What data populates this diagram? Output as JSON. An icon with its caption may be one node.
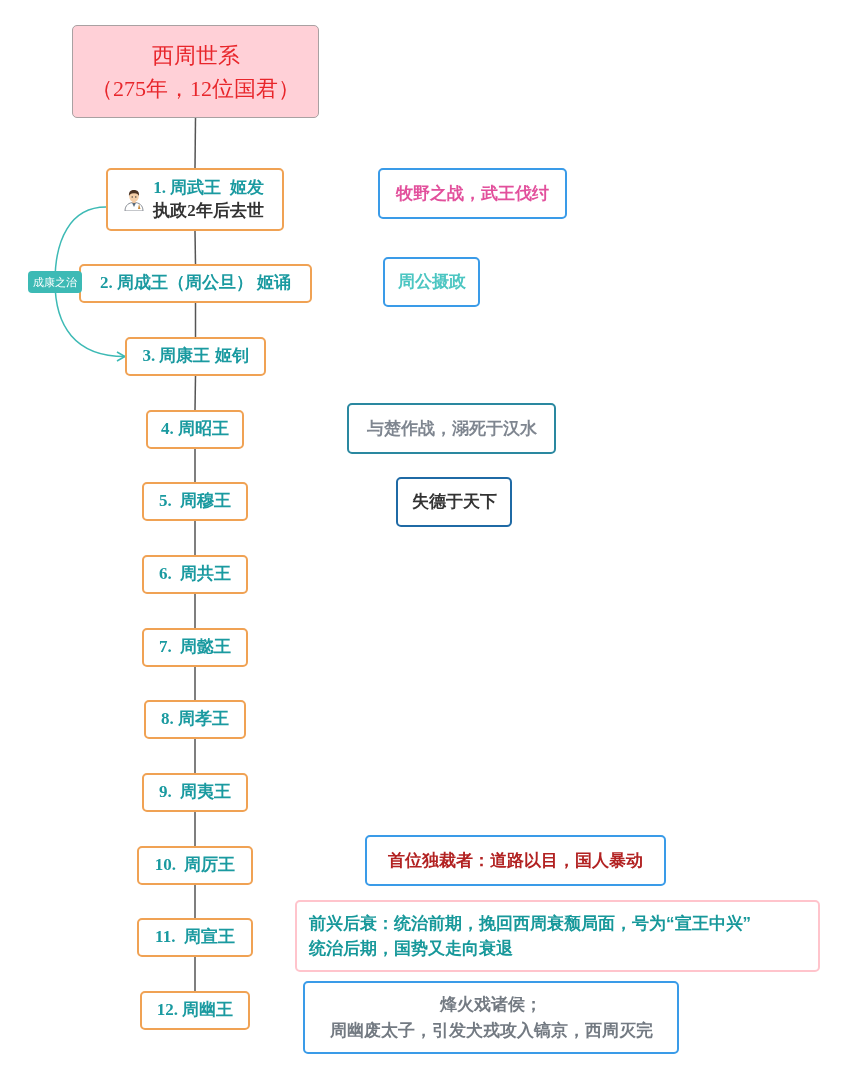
{
  "diagram": {
    "nodes": [
      {
        "text": [
          "西周世系",
          "（275年，12位国君）"
        ]
      },
      {
        "text": [
          "1. 周武王  姬发",
          "执政2年后去世"
        ]
      },
      {
        "text": [
          "2. 周成王（周公旦） 姬诵"
        ]
      },
      {
        "text": [
          "3. 周康王 姬钊"
        ]
      },
      {
        "text": [
          "4. 周昭王"
        ]
      },
      {
        "text": [
          "5.  周穆王"
        ]
      },
      {
        "text": [
          "6.  周共王"
        ]
      },
      {
        "text": [
          "7.  周懿王"
        ]
      },
      {
        "text": [
          "8. 周孝王"
        ]
      },
      {
        "text": [
          "9.  周夷王"
        ]
      },
      {
        "text": [
          "10.  周厉王"
        ]
      },
      {
        "text": [
          "11.  周宣王"
        ]
      },
      {
        "text": [
          "12. 周幽王"
        ]
      },
      {
        "text": [
          "牧野之战，武王伐纣"
        ]
      },
      {
        "text": [
          "周公摄政"
        ]
      },
      {
        "text": [
          "与楚作战，溺死于汉水"
        ]
      },
      {
        "text": [
          "失德于天下"
        ]
      },
      {
        "text": [
          "首位独裁者：道路以目，国人暴动"
        ]
      },
      {
        "text": [
          "前兴后衰：统治前期，挽回西周衰颓局面，号为“宣王中兴”",
          "统治后期，国势又走向衰退"
        ]
      },
      {
        "text": [
          "烽火戏诸侯；",
          "周幽废太子，引发犬戎攻入镐京，西周灭完"
        ]
      }
    ],
    "edges": [
      {
        "from": 0,
        "to": 1,
        "arrow": "none"
      },
      {
        "from": 1,
        "to": 2,
        "arrow": "none"
      },
      {
        "from": 2,
        "to": 3,
        "arrow": "none"
      },
      {
        "from": 3,
        "to": 4,
        "arrow": "none"
      },
      {
        "from": 4,
        "to": 5,
        "arrow": "none"
      },
      {
        "from": 5,
        "to": 6,
        "arrow": "none"
      },
      {
        "from": 6,
        "to": 7,
        "arrow": "none"
      },
      {
        "from": 7,
        "to": 8,
        "arrow": "none"
      },
      {
        "from": 8,
        "to": 9,
        "arrow": "none"
      },
      {
        "from": 9,
        "to": 10,
        "arrow": "none"
      },
      {
        "from": 10,
        "to": 11,
        "arrow": "none"
      },
      {
        "from": 11,
        "to": 12,
        "arrow": "none"
      },
      {
        "from": 1,
        "to": 3,
        "arrow": "to",
        "label": "成康之治",
        "color": "#3dbab5"
      }
    ]
  }
}
